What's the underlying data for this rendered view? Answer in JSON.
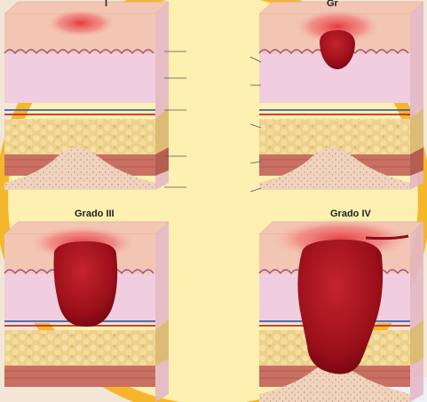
{
  "panels": [
    {
      "label": "I"
    },
    {
      "label": "Gr"
    },
    {
      "label": "Grado III"
    },
    {
      "label": "Grado IV"
    }
  ],
  "colors": {
    "background": "#f2e7d6",
    "accent_ring": "#f6b62b",
    "accent_fill": "#fdf0b0",
    "wound": "#a5121c",
    "epidermis": "#f3c6b3",
    "dermis": "#f1cde0",
    "fat": "#ecd08c",
    "muscle": "#c97063",
    "bone": "#efd3bd"
  }
}
